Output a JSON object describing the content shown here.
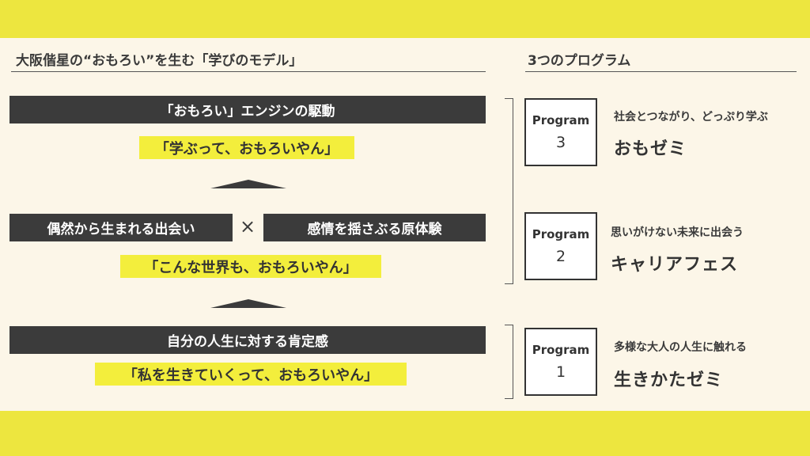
{
  "left_heading": "大阪偕星の“おもろい”を生む「学びのモデル」",
  "right_heading": "3つのプログラム",
  "model": {
    "engine_bar": "「おもろい」エンジンの駆動",
    "engine_quote": "「学ぶって、おもろいやん」",
    "chance_bar": "偶然から生まれる出会い",
    "times": "×",
    "emotion_bar": "感情を揺さぶる原体験",
    "world_quote": "「こんな世界も、おもろいやん」",
    "self_bar": "自分の人生に対する肯定感",
    "self_quote": "「私を生きていくって、おもろいやん」"
  },
  "programs": [
    {
      "label": "Program",
      "number": "3",
      "description": "社会とつながり、どっぷり学ぶ",
      "name": "おもゼミ"
    },
    {
      "label": "Program",
      "number": "2",
      "description": "思いがけない未来に出会う",
      "name": "キャリアフェス"
    },
    {
      "label": "Program",
      "number": "1",
      "description": "多様な大人の人生に触れる",
      "name": "生きかたゼミ"
    }
  ],
  "colors": {
    "accent_yellow": "#ede63f",
    "highlight": "#f3ee3c",
    "dark": "#3b3b3b",
    "panel": "#fcf6e8"
  }
}
